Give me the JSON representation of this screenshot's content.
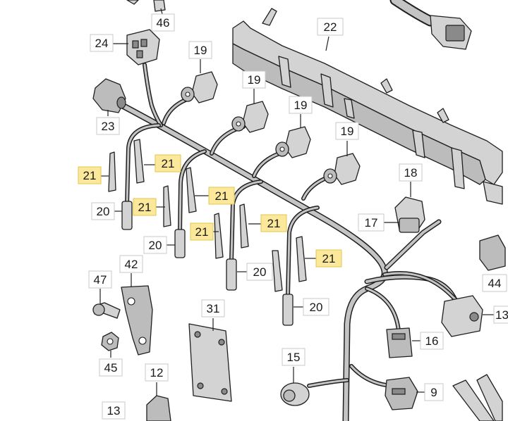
{
  "diagram": {
    "callouts": {
      "c46": "46",
      "c24": "24",
      "c22": "22",
      "c19a": "19",
      "c19b": "19",
      "c19c": "19",
      "c19d": "19",
      "c23": "23",
      "c21a": "21",
      "c21b": "21",
      "c21c": "21",
      "c21d": "21",
      "c21e": "21",
      "c21f": "21",
      "c21g": "21",
      "c20a": "20",
      "c20b": "20",
      "c20c": "20",
      "c20d": "20",
      "c18": "18",
      "c17": "17",
      "c44": "44",
      "c13r": "13",
      "c47": "47",
      "c42": "42",
      "c31": "31",
      "c45": "45",
      "c16": "16",
      "c15": "15",
      "c12": "12",
      "c9": "9",
      "c13b": "13"
    },
    "highlight_color": "#fbe89a"
  }
}
